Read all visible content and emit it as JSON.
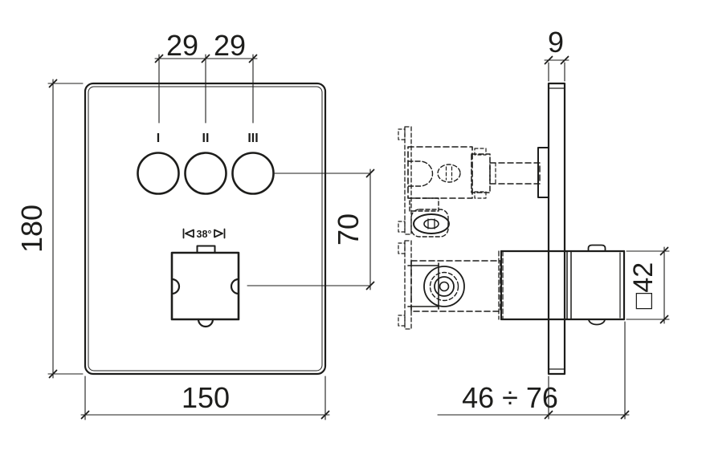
{
  "drawing": {
    "background": "#ffffff",
    "line_color": "#1d1d1b",
    "dimensions": {
      "plate_width": "150",
      "plate_height": "180",
      "handle_spacing_left": "29",
      "handle_spacing_right": "29",
      "handles_to_knob_vertical": "70",
      "plate_thickness": "9",
      "installation_depth_range": "46 ÷ 76",
      "knob_square_size": "□42",
      "temperature_stop": "38°"
    },
    "labels": {
      "outlet_1": "I",
      "outlet_2": "II",
      "outlet_3": "III"
    }
  }
}
